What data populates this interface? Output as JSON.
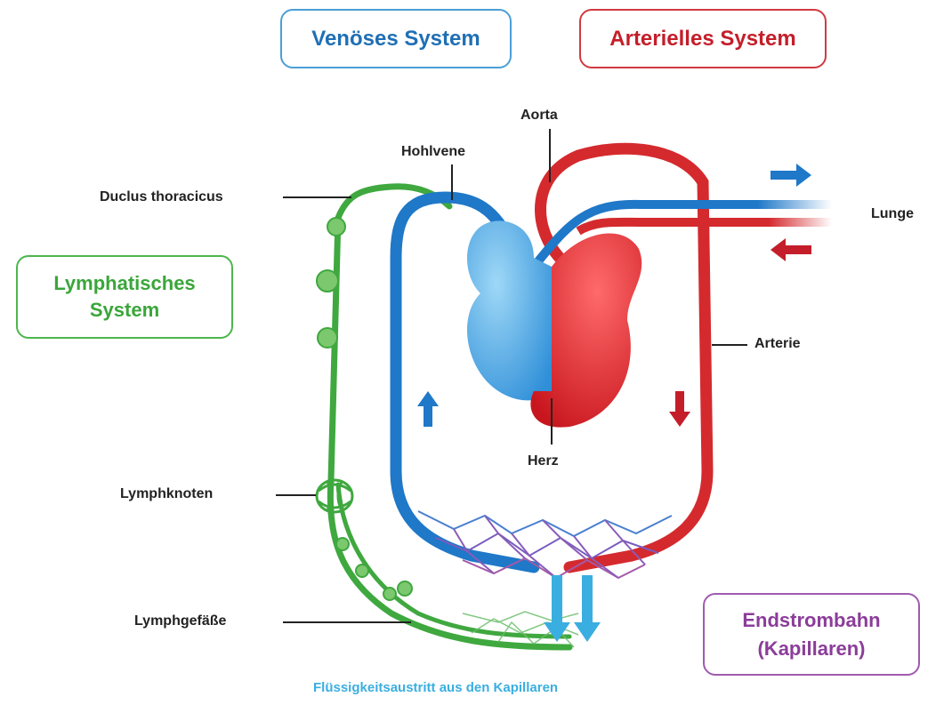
{
  "boxes": {
    "venous": "Venöses System",
    "arterial": "Arterielles System",
    "lymph_line1": "Lymphatisches",
    "lymph_line2": "System",
    "capillary_line1": "Endstrombahn",
    "capillary_line2": "(Kapillaren)"
  },
  "labels": {
    "aorta": "Aorta",
    "hohlvene": "Hohlvene",
    "ductus": "Duclus thoracicus",
    "lunge": "Lunge",
    "arterie": "Arterie",
    "herz": "Herz",
    "lymphknoten": "Lymphknoten",
    "lymphgefaesse": "Lymphgefäße"
  },
  "caption": "Flüssigkeitsaustritt aus den Kapillaren",
  "colors": {
    "venous": "#1f78c8",
    "arterial": "#d42a2e",
    "lymph": "#3fa83f",
    "capillary": "#8b3d99",
    "fluid": "#3aaee0"
  }
}
